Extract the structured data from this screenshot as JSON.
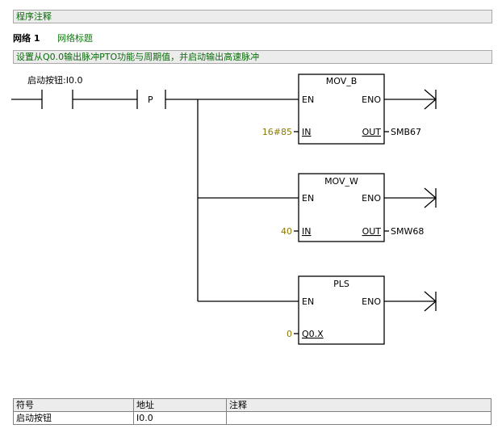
{
  "program_comment": "程序注释",
  "network": {
    "label": "网络 1",
    "title": "网络标题",
    "comment": "设置从Q0.0输出脉冲PTO功能与周期值，并启动输出高速脉冲"
  },
  "contact": {
    "symbol": "启动按钮",
    "address": "I0.0",
    "label": "启动按钮:I0.0"
  },
  "edge": {
    "label": "P"
  },
  "blocks": [
    {
      "title": "MOV_B",
      "en": "EN",
      "eno": "ENO",
      "in_pin": "IN",
      "out_pin": "OUT",
      "in_value": "16#85",
      "out_value": "SMB67"
    },
    {
      "title": "MOV_W",
      "en": "EN",
      "eno": "ENO",
      "in_pin": "IN",
      "out_pin": "OUT",
      "in_value": "40",
      "out_value": "SMW68"
    },
    {
      "title": "PLS",
      "en": "EN",
      "eno": "ENO",
      "in_pin": "Q0.X",
      "in_value": "0"
    }
  ],
  "symbol_table": {
    "headers": [
      "符号",
      "地址",
      "注释"
    ],
    "rows": [
      {
        "symbol": "启动按钮",
        "address": "I0.0",
        "comment": ""
      }
    ]
  },
  "colors": {
    "rung": "#000000",
    "operand": "#8a7a00",
    "comment": "#0a6b0a",
    "bar": "#ececec"
  }
}
